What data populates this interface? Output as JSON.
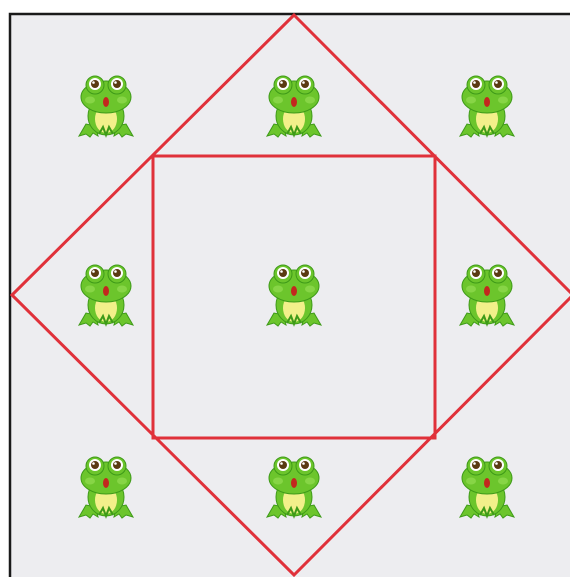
{
  "diagram": {
    "colors": {
      "background": "#ededf0",
      "border": "#1a1a1a",
      "lines": "#e0313a",
      "frog_body": "#6cc52c",
      "frog_dark": "#3e9a18",
      "frog_belly": "#f2f08a",
      "frog_mouth": "#c2281e",
      "frog_eye_white": "#ffffff",
      "frog_pupil": "#5a3a12"
    },
    "icon": "frog-icon",
    "frogs": [
      {
        "row": 1,
        "col": 1
      },
      {
        "row": 1,
        "col": 2
      },
      {
        "row": 1,
        "col": 3
      },
      {
        "row": 2,
        "col": 1
      },
      {
        "row": 2,
        "col": 2
      },
      {
        "row": 2,
        "col": 3
      },
      {
        "row": 3,
        "col": 1
      },
      {
        "row": 3,
        "col": 2
      },
      {
        "row": 3,
        "col": 3
      }
    ]
  }
}
